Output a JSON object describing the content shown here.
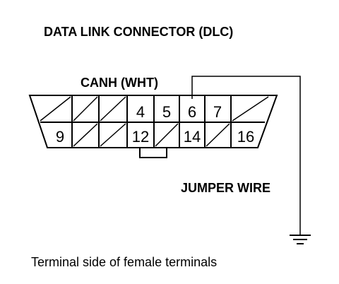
{
  "title": "DATA LINK CONNECTOR (DLC)",
  "canh_label": "CANH (WHT)",
  "jumper_label": "JUMPER WIRE",
  "caption": "Terminal side of female terminals",
  "connector": {
    "top_row": [
      "",
      "",
      "",
      "4",
      "5",
      "6",
      "7",
      ""
    ],
    "bottom_row": [
      "9",
      "",
      "",
      "12",
      "",
      "14",
      "",
      "16"
    ]
  },
  "icons": {
    "ground": "ground-symbol-icon"
  }
}
